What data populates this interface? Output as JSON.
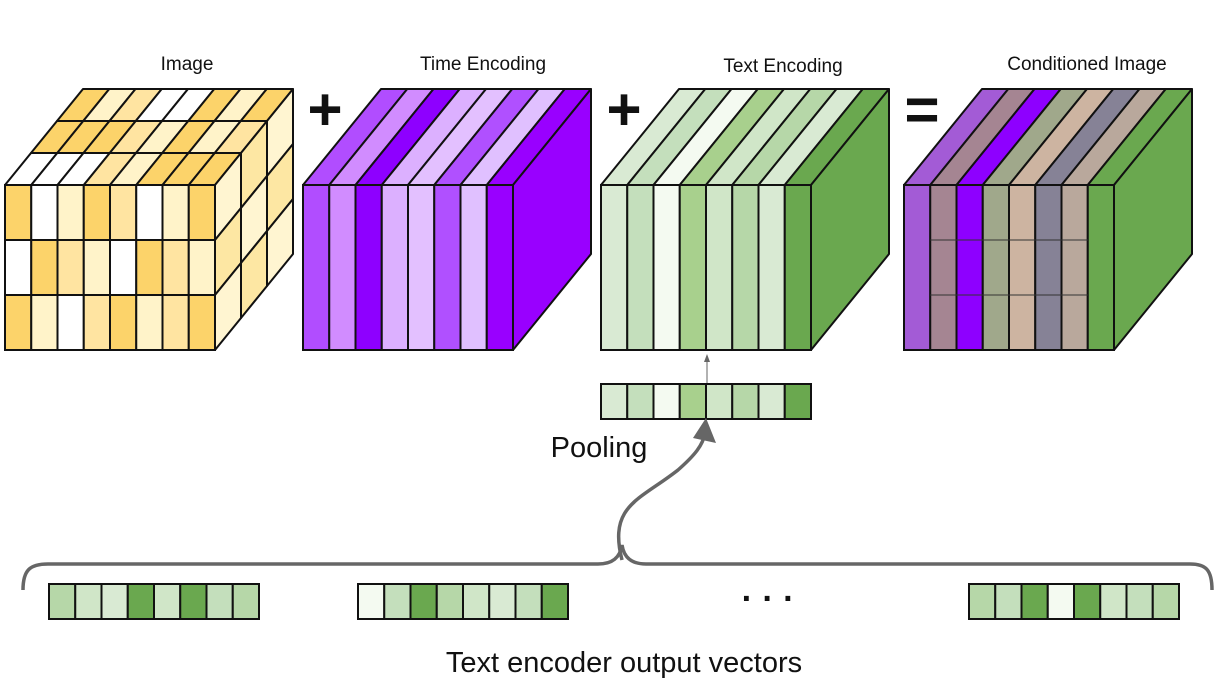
{
  "labels": {
    "image": "Image",
    "time_encoding": "Time Encoding",
    "text_encoding": "Text Encoding",
    "conditioned_image": "Conditioned Image",
    "pooling": "Pooling",
    "text_encoder_output": "Text encoder output vectors",
    "plus_1": "+",
    "plus_2": "+",
    "equals": "=",
    "ellipsis": "· · ·"
  },
  "colors": {
    "image_cells": [
      [
        "#fcd36a",
        "#ffffff",
        "#fff3c9",
        "#fcd36a",
        "#ffe4a1",
        "#ffffff",
        "#fff3c9",
        "#fcd36a"
      ],
      [
        "#ffffff",
        "#fcd36a",
        "#ffe4a1",
        "#fff3c9",
        "#ffffff",
        "#fcd36a",
        "#ffe4a1",
        "#fff3c9"
      ],
      [
        "#fcd36a",
        "#fff3c9",
        "#ffffff",
        "#ffe4a1",
        "#fcd36a",
        "#fff3c9",
        "#ffe4a1",
        "#fcd36a"
      ]
    ],
    "image_side": "#fde7a3",
    "image_top": "#ffe9a8",
    "time_bands": [
      "#b14dff",
      "#d18cff",
      "#8e00ff",
      "#dcb0ff",
      "#e3c0ff",
      "#b050ff",
      "#e0c0ff",
      "#9900ff"
    ],
    "time_side": "#9900ff",
    "text_bands": [
      "#d9ead3",
      "#c4dfbc",
      "#f4faf1",
      "#a8d08d",
      "#d0e6c8",
      "#b6d7a8",
      "#d9ead3",
      "#6aa84f"
    ],
    "text_side": "#6aa84f",
    "cond_bands": [
      "#a35bd6",
      "#a58592",
      "#8e00ff",
      "#a0a88b",
      "#cdb4a1",
      "#868296",
      "#b9a89c",
      "#6aa84f"
    ],
    "cond_side": "#6aa84f",
    "pooled_vector": [
      "#d9ead3",
      "#c4dfbc",
      "#f4faf1",
      "#a8d08d",
      "#d0e6c8",
      "#b6d7a8",
      "#d9ead3",
      "#6aa84f"
    ],
    "output_vectors": [
      [
        "#b6d7a8",
        "#d0e6c8",
        "#d9ead3",
        "#6aa84f",
        "#d0e6c8",
        "#6aa84f",
        "#c4dfbc",
        "#b6d7a8"
      ],
      [
        "#f4faf1",
        "#c4dfbc",
        "#6aa84f",
        "#b6d7a8",
        "#d0e6c8",
        "#d9ead3",
        "#c4dfbc",
        "#6aa84f"
      ],
      [
        "#b6d7a8",
        "#c4dfbc",
        "#6aa84f",
        "#f4faf1",
        "#6aa84f",
        "#d0e6c8",
        "#c4dfbc",
        "#b6d7a8"
      ]
    ],
    "outline": "#111111",
    "arrow": "#666666"
  }
}
